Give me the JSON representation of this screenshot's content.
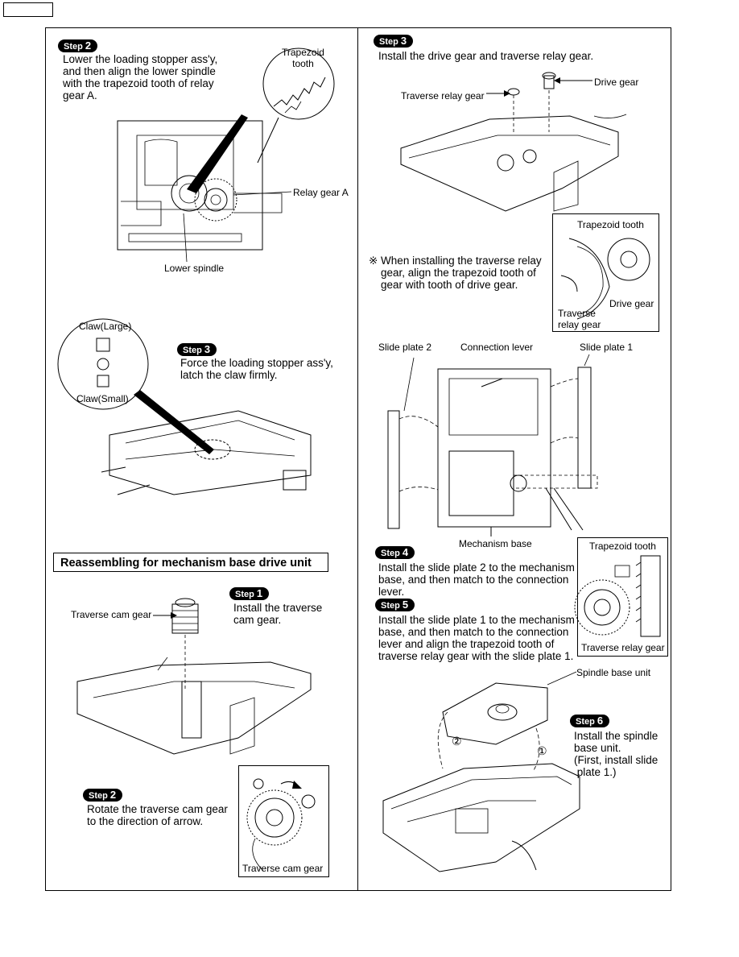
{
  "left_top": {
    "step_label": "Step",
    "step_num": "2",
    "text": "Lower the loading stopper ass'y,\nand then align the lower spindle\nwith the trapezoid tooth of relay\ngear A.",
    "callout_label": "Trapezoid\ntooth",
    "relay_gear_label": "Relay gear A",
    "lower_spindle_label": "Lower spindle"
  },
  "left_mid": {
    "claw_large": "Claw(Large)",
    "claw_small": "Claw(Small)",
    "step_label": "Step",
    "step_num": "3",
    "text": "Force the loading stopper ass'y,\nlatch the claw firmly."
  },
  "reassembly": {
    "title": "Reassembling for mechanism base drive unit",
    "traverse_cam_gear_label": "Traverse cam gear",
    "step1_label": "Step",
    "step1_num": "1",
    "step1_text": "Install the traverse\ncam gear.",
    "step2_label": "Step",
    "step2_num": "2",
    "step2_text": "Rotate the traverse cam gear\nto the direction of arrow.",
    "inset_label": "Traverse cam gear"
  },
  "right_top": {
    "step_label": "Step",
    "step_num": "3",
    "text": "Install the drive gear and traverse relay gear.",
    "drive_gear_label": "Drive gear",
    "traverse_relay_label": "Traverse relay gear",
    "note": "※ When installing the traverse relay\n    gear, align the trapezoid tooth of\n    gear with tooth of drive gear.",
    "inset_trap": "Trapezoid tooth",
    "inset_drive": "Drive gear",
    "inset_traverse": "Traverse\nrelay gear"
  },
  "right_mid": {
    "slide2": "Slide plate 2",
    "connection": "Connection lever",
    "slide1": "Slide plate 1",
    "mech_base": "Mechanism base",
    "inset_trap": "Trapezoid tooth",
    "inset_traverse": "Traverse relay gear",
    "step4_label": "Step",
    "step4_num": "4",
    "step4_text": "Install the slide plate 2 to the mechanism\nbase, and then match to the connection\nlever.",
    "step5_label": "Step",
    "step5_num": "5",
    "step5_text": "Install the slide plate 1 to the mechanism\nbase, and then match to the connection\nlever and align the trapezoid tooth of\ntraverse relay gear with the slide plate 1."
  },
  "right_bottom": {
    "spindle_label": "Spindle base unit",
    "step_label": "Step",
    "step_num": "6",
    "text": "Install the spindle\nbase unit.\n(First, install slide\n plate 1.)",
    "circle1": "①",
    "circle2": "②"
  }
}
